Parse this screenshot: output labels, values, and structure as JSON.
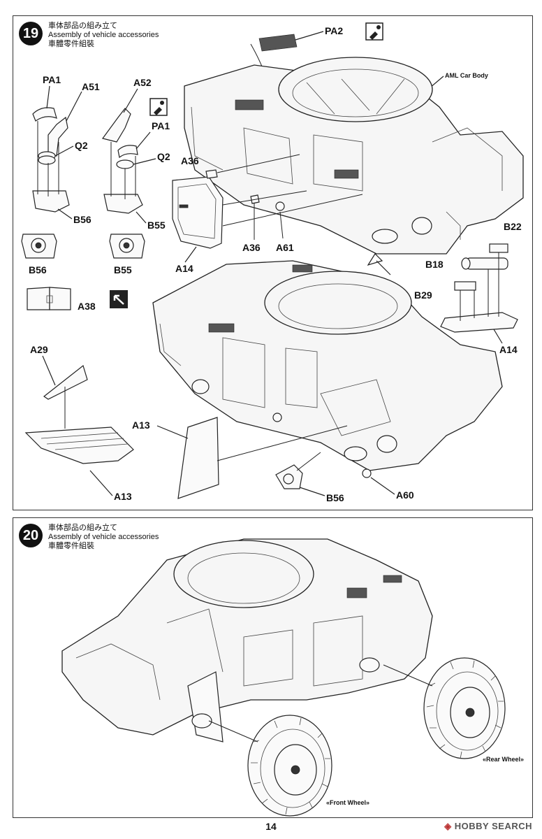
{
  "steps": [
    {
      "number": "19",
      "title_jp": "車体部品の組み立て",
      "title_en": "Assembly of vehicle accessories",
      "title_cn": "車體零件組裝",
      "labels": {
        "pa2": "PA2",
        "aml_body": "AML  Car Body",
        "pa1_left": "PA1",
        "a51": "A51",
        "q2_left": "Q2",
        "b56_top": "B56",
        "a52": "A52",
        "pa1_right": "PA1",
        "q2_right": "Q2",
        "b55_top": "B55",
        "b56_piece": "B56",
        "b55_piece": "B55",
        "a38": "A38",
        "a36_left": "A36",
        "a36_bottom": "A36",
        "a61": "A61",
        "a14_door": "A14",
        "b22": "B22",
        "b18": "B18",
        "b29": "B29",
        "a14_plate": "A14",
        "a29": "A29",
        "a13_panel": "A13",
        "a13_bottom": "A13",
        "b56_bottom": "B56",
        "a60": "A60"
      }
    },
    {
      "number": "20",
      "title_jp": "車体部品の組み立て",
      "title_en": "Assembly of vehicle accessories",
      "title_cn": "車體零件組裝",
      "labels": {
        "rear_wheel": "Rear Wheel",
        "front_wheel": "Front Wheel"
      }
    }
  ],
  "page_number": "14",
  "watermark": "HOBBY SEARCH",
  "icons": [
    "paint-bottle-icon",
    "glue-icon",
    "cut-sprue-icon"
  ]
}
